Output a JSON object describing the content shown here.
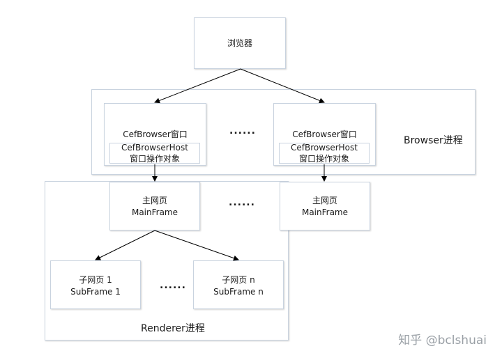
{
  "top_cut_text": "▬▬▬▬▬",
  "browser": "浏览器",
  "browser_process": {
    "label": "Browser进程",
    "left_window": {
      "line1": "CefBrowser窗口",
      "host_line1": "CefBrowserHost",
      "host_line2": "窗口操作对象"
    },
    "right_window": {
      "line1": "CefBrowser窗口",
      "host_line1": "CefBrowserHost",
      "host_line2": "窗口操作对象"
    },
    "ellipsis": "......"
  },
  "renderer_process": {
    "label": "Renderer进程",
    "main_frame": {
      "line1": "主网页",
      "line2": "MainFrame"
    },
    "sub_frame_1": {
      "line1": "子网页 1",
      "line2": "SubFrame 1"
    },
    "sub_frame_n": {
      "line1": "子网页 n",
      "line2": "SubFrame n"
    },
    "sub_ellipsis": "......"
  },
  "main_frame_ellipsis": "......",
  "main_frame_right": {
    "line1": "主网页",
    "line2": "MainFrame"
  },
  "watermark": "知乎 @bclshuai"
}
